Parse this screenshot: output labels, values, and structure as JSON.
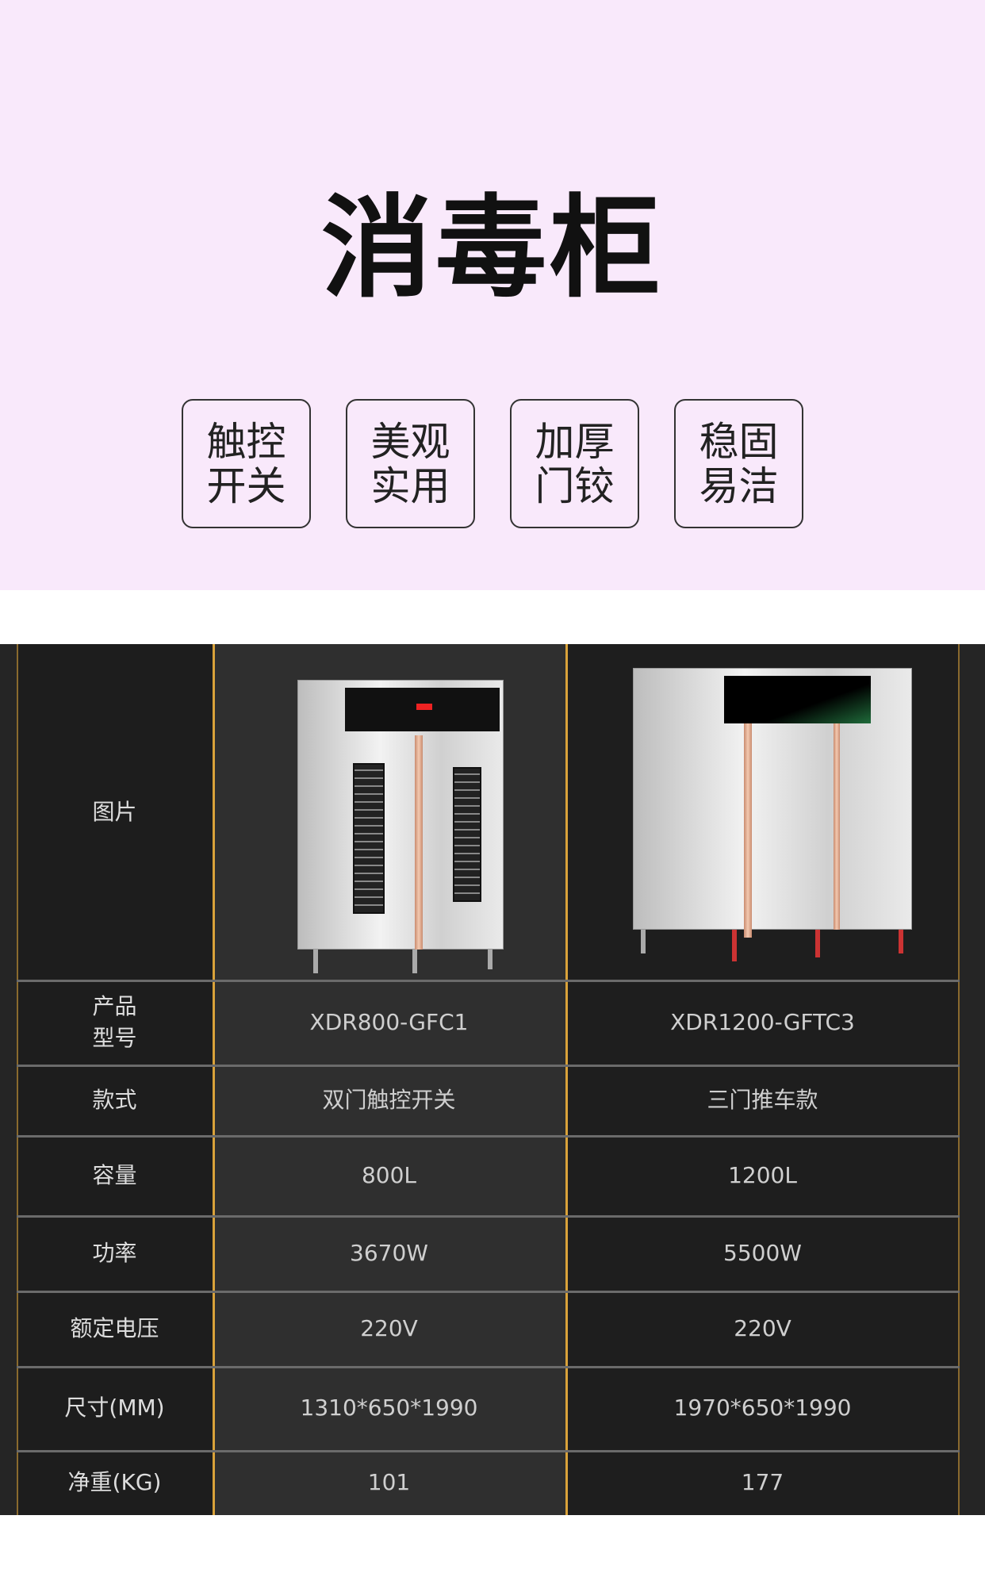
{
  "hero": {
    "title": "消毒柜",
    "badges": [
      {
        "line1": "触控",
        "line2": "开关"
      },
      {
        "line1": "美观",
        "line2": "实用"
      },
      {
        "line1": "加厚",
        "line2": "门铰"
      },
      {
        "line1": "稳固",
        "line2": "易洁"
      }
    ]
  },
  "table": {
    "rows": [
      {
        "label": "图片",
        "v1": "",
        "v2": ""
      },
      {
        "label": "产品\n型号",
        "v1": "XDR800-GFC1",
        "v2": "XDR1200-GFTC3"
      },
      {
        "label": "款式",
        "v1": "双门触控开关",
        "v2": "三门推车款"
      },
      {
        "label": "容量",
        "v1": "800L",
        "v2": "1200L"
      },
      {
        "label": "功率",
        "v1": "3670W",
        "v2": "5500W"
      },
      {
        "label": "额定电压",
        "v1": "220V",
        "v2": "220V"
      },
      {
        "label": "尺寸(MM)",
        "v1": "1310*650*1990",
        "v2": "1970*650*1990"
      },
      {
        "label": "净重(KG)",
        "v1": "101",
        "v2": "177"
      }
    ],
    "model_label_1": "产品",
    "model_label_2": "型号"
  }
}
